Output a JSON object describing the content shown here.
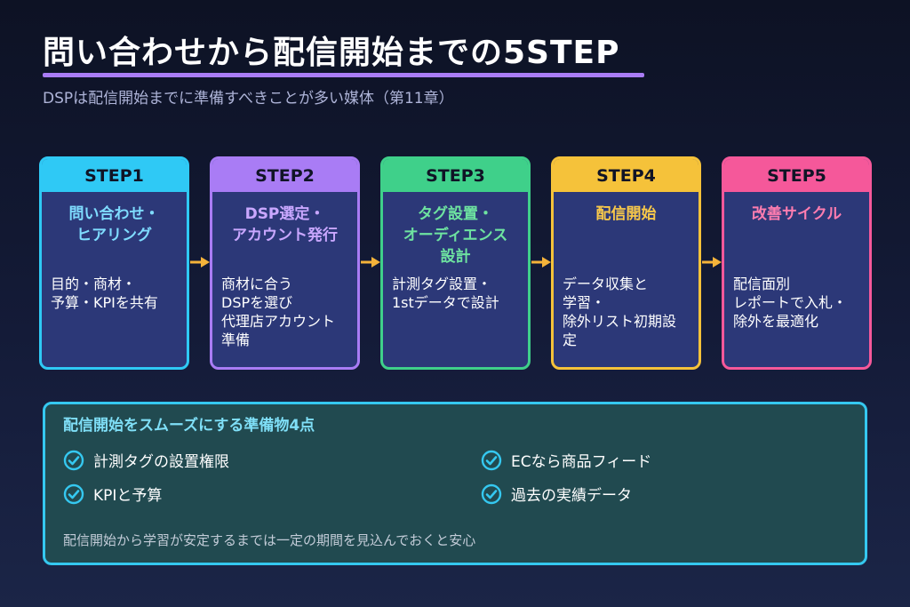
{
  "header": {
    "title": "問い合わせから配信開始までの5STEP",
    "subtitle": "DSPは配信開始までに準備すべきことが多い媒体（第11章）"
  },
  "steps": [
    {
      "label": "STEP1",
      "title": "問い合わせ・\nヒアリング",
      "desc": "目的・商材・\n予算・KPIを共有",
      "color": "#2fc9f5",
      "title_color": "#7fdcff"
    },
    {
      "label": "STEP2",
      "title": "DSP選定・\nアカウント発行",
      "desc": "商材に合う\nDSPを選び\n代理店アカウント\n準備",
      "color": "#a97cf5",
      "title_color": "#c9a7ff"
    },
    {
      "label": "STEP3",
      "title": "タグ設置・\nオーディエンス\n設計",
      "desc": "計測タグ設置・\n1stデータで設計",
      "color": "#3fd08a",
      "title_color": "#6ee3a0"
    },
    {
      "label": "STEP4",
      "title": "配信開始",
      "desc": "データ収集と\n学習・\n除外リスト初期設\n定",
      "color": "#f5c23a",
      "title_color": "#f8c84a"
    },
    {
      "label": "STEP5",
      "title": "改善サイクル",
      "desc": "配信面別\nレポートで入札・\n除外を最適化",
      "color": "#f5589a",
      "title_color": "#ff7db0"
    }
  ],
  "arrow_color": "#f5b33a",
  "prep": {
    "title": "配信開始をスムーズにする準備物4点",
    "items": [
      "計測タグの設置権限",
      "ECなら商品フィード",
      "KPIと予算",
      "過去の実績データ"
    ],
    "note": "配信開始から学習が安定するまでは一定の期間を見込んでおくと安心"
  }
}
